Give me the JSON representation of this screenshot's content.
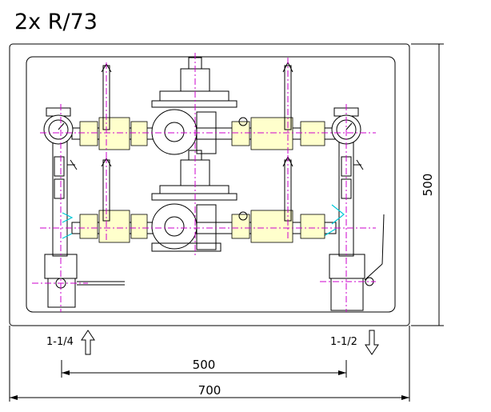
{
  "title": "2x R/73",
  "dimensions": {
    "height": "500",
    "inlet_spacing": "500",
    "width": "700"
  },
  "connections": {
    "inlet_size": "1-1/4",
    "outlet_size": "1-1/2"
  },
  "colors": {
    "centerline": "#cc00cc",
    "brass_fill": "#ffffcc",
    "flow_path": "#00c8d8"
  },
  "icons": {
    "inlet_arrow": "arrow-up-icon",
    "outlet_arrow": "arrow-down-icon"
  }
}
